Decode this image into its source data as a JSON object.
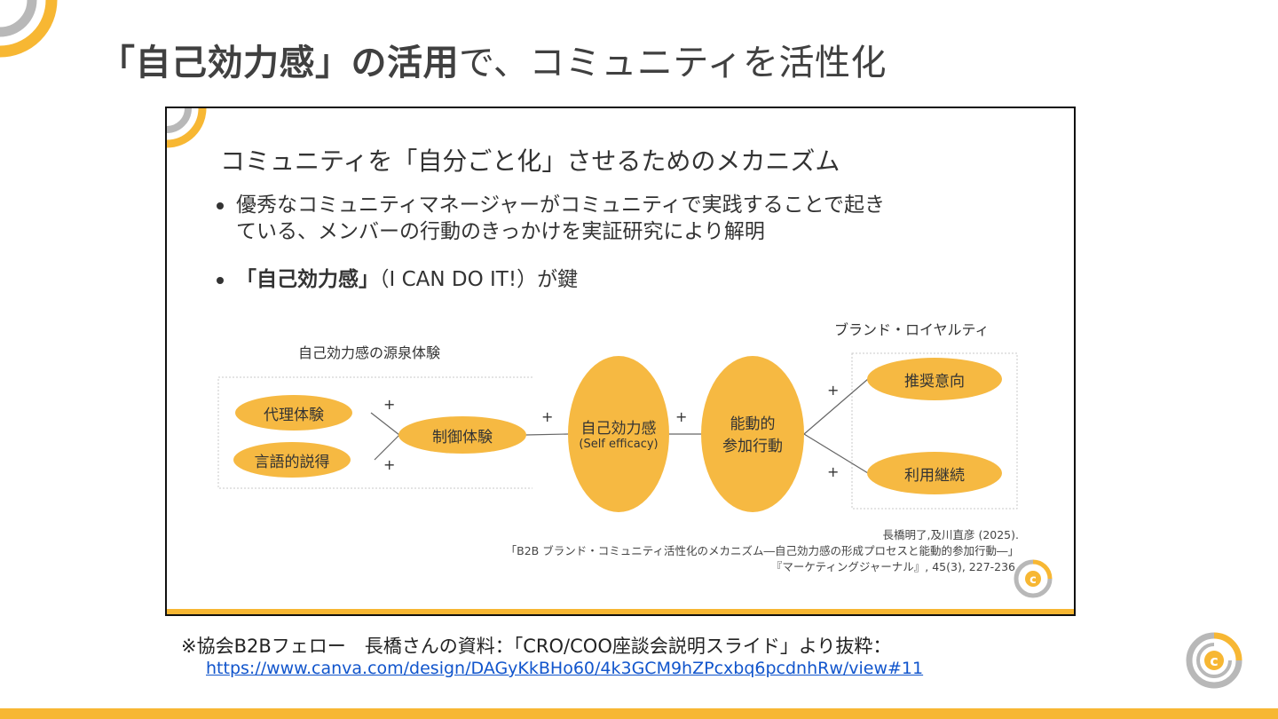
{
  "title": {
    "bold": "「自己効力感」の活用",
    "light": "で、コミュニティを活性化"
  },
  "slide": {
    "heading": "コミュニティを「自分ごと化」させるためのメカニズム",
    "bullets": [
      {
        "line1": "優秀なコミュニティマネージャーがコミュニティで実践することで起き",
        "line2": "ている、メンバーの行動のきっかけを実証研究により解明"
      },
      {
        "bold": "「自己効力感」",
        "rest": "（I CAN DO IT!）が鍵"
      }
    ],
    "diagram": {
      "source_label": "自己効力感の源泉体験",
      "loyalty_label": "ブランド・ロイヤルティ",
      "nodes": {
        "vicarious": "代理体験",
        "verbal": "言語的説得",
        "control": "制御体験",
        "self_efficacy": "自己効力感",
        "self_efficacy_en": "(Self efficacy)",
        "active1": "能動的",
        "active2": "参加行動",
        "recommend": "推奨意向",
        "continue": "利用継続"
      },
      "plus": "+"
    },
    "citation": {
      "line1": "長橋明了,及川直彦 (2025).",
      "line2": "「B2B ブランド・コミュニティ活性化のメカニズム―自己効力感の形成プロセスと能動的参加行動―」",
      "line3": "『マーケティングジャーナル』, 45(3), 227-236."
    }
  },
  "footer": {
    "note": "※協会B2Bフェロー　長橋さんの資料：「CRO/COO座談会説明スライド」より抜粋：",
    "link": "https://www.canva.com/design/DAGyKkBHo60/4k3GCM9hZPcxbq6pcdnhRw/view#11"
  },
  "colors": {
    "accent": "#f7b733",
    "node_fill": "#f6b942",
    "logo_gray": "#b8b8b8",
    "link": "#1155cc"
  },
  "icons": [
    "corner-arc-icon",
    "brand-logo-icon"
  ]
}
